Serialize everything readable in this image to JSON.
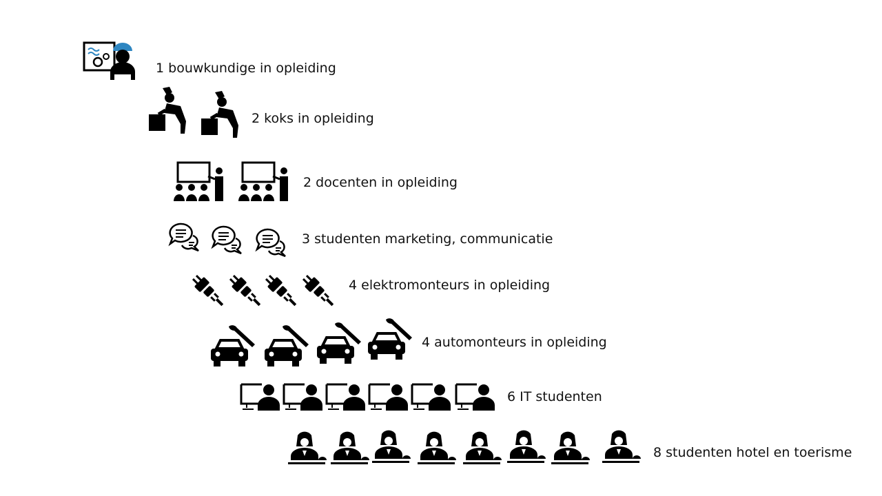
{
  "colors": {
    "ink": "#000000",
    "text": "#111111",
    "accent": "#2e86c1",
    "background": "#ffffff"
  },
  "rows": [
    {
      "icon": "engineer-monitor-icon",
      "count": 1,
      "label": "1 bouwkundige in opleiding"
    },
    {
      "icon": "chef-icon",
      "count": 2,
      "label": "2 koks in opleiding"
    },
    {
      "icon": "teacher-classroom-icon",
      "count": 2,
      "label": "2 docenten in opleiding"
    },
    {
      "icon": "chat-bubbles-icon",
      "count": 3,
      "label": "3 studenten marketing, communicatie"
    },
    {
      "icon": "plug-icon",
      "count": 4,
      "label": "4 elektromonteurs in opleiding"
    },
    {
      "icon": "car-wrench-icon",
      "count": 4,
      "label": "4 automonteurs in opleiding"
    },
    {
      "icon": "computer-user-icon",
      "count": 6,
      "label": "6 IT studenten"
    },
    {
      "icon": "receptionist-icon",
      "count": 8,
      "label": "8 studenten hotel en toerisme"
    }
  ]
}
